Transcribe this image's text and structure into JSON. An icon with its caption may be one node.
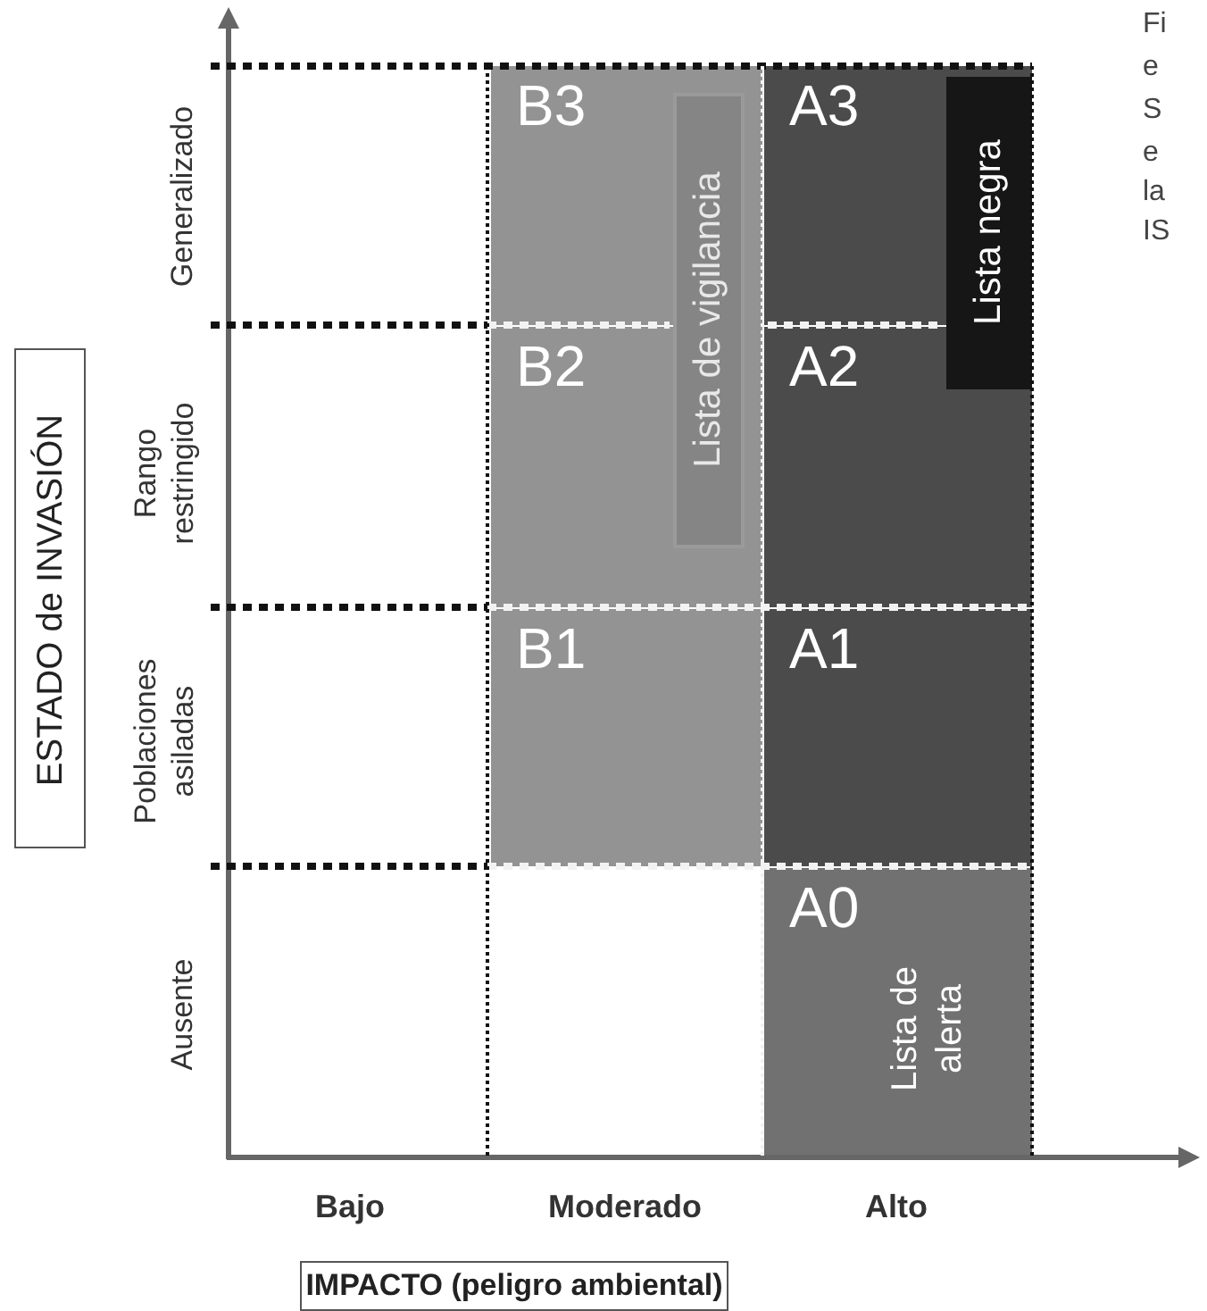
{
  "diagram": {
    "nodes": [
      {
        "text": [
          "ESTADO de INVASIÓN"
        ]
      },
      {
        "text": [
          "IMPACTO (peligro ambiental)"
        ]
      },
      {
        "text": [
          "B3"
        ]
      },
      {
        "text": [
          "B2"
        ]
      },
      {
        "text": [
          "B1"
        ]
      },
      {
        "text": [
          "A3"
        ]
      },
      {
        "text": [
          "A2"
        ]
      },
      {
        "text": [
          "A1"
        ]
      },
      {
        "text": [
          "A0",
          "Lista de alerta"
        ]
      },
      {
        "text": [
          "Lista de vigilancia"
        ]
      },
      {
        "text": [
          "Lista negra"
        ]
      }
    ],
    "labels": [
      "Fi",
      "e",
      "S",
      "e",
      "la",
      "IS",
      "Generalizado",
      "Rango restringido",
      "Poblaciones asiladas",
      "Ausente",
      "Bajo",
      "Moderado",
      "Alto"
    ]
  }
}
